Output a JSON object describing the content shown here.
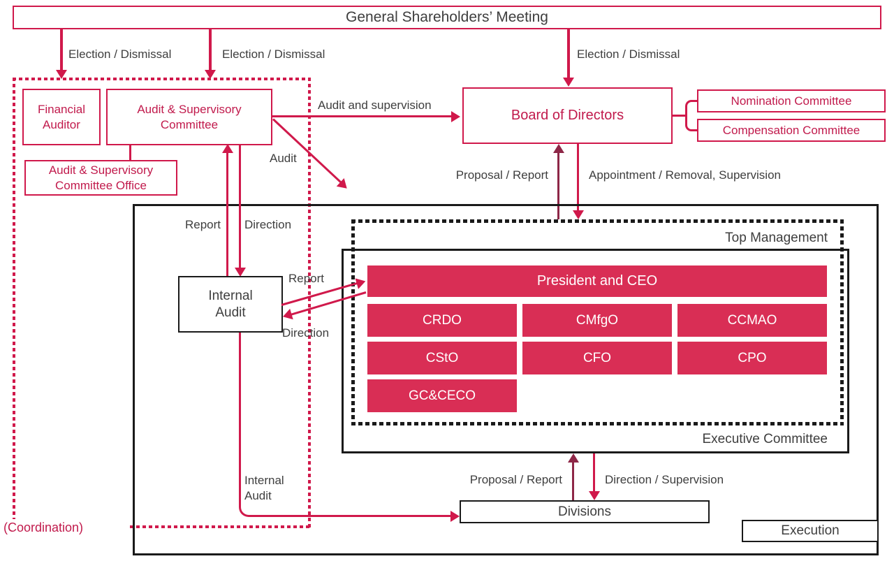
{
  "colors": {
    "accent": "#d0194b",
    "redtext": "#c11a4c",
    "fill": "#d92e55",
    "maroon": "#8e2747",
    "gray": "#3e3e3e",
    "ink": "#1a1a1a"
  },
  "nodes": {
    "general_shareholders_meeting": "General Shareholders’ Meeting",
    "financial_auditor": "Financial\nAuditor",
    "audit_supervisory_committee": "Audit & Supervisory\nCommittee",
    "audit_supervisory_office": "Audit & Supervisory\nCommittee Office",
    "board_of_directors": "Board of Directors",
    "nomination_committee": "Nomination Committee",
    "compensation_committee": "Compensation Committee",
    "top_management": "Top Management",
    "executive_committee": "Executive Committee",
    "internal_audit": "Internal\nAudit",
    "divisions": "Divisions",
    "execution": "Execution"
  },
  "officers": {
    "president": "President and CEO",
    "grid": [
      [
        "CRDO",
        "CMfgO",
        "CCMAO"
      ],
      [
        "CStO",
        "CFO",
        "CPO"
      ],
      [
        "GC&CECO"
      ]
    ]
  },
  "labels": {
    "election_dismissal": "Election / Dismissal",
    "audit_and_supervision": "Audit and supervision",
    "audit": "Audit",
    "proposal_report": "Proposal / Report",
    "appointment_removal_supervision": "Appointment / Removal, Supervision",
    "report": "Report",
    "direction": "Direction",
    "direction_supervision": "Direction / Supervision",
    "internal_audit": "Internal\nAudit",
    "coordination": "(Coordination)"
  }
}
